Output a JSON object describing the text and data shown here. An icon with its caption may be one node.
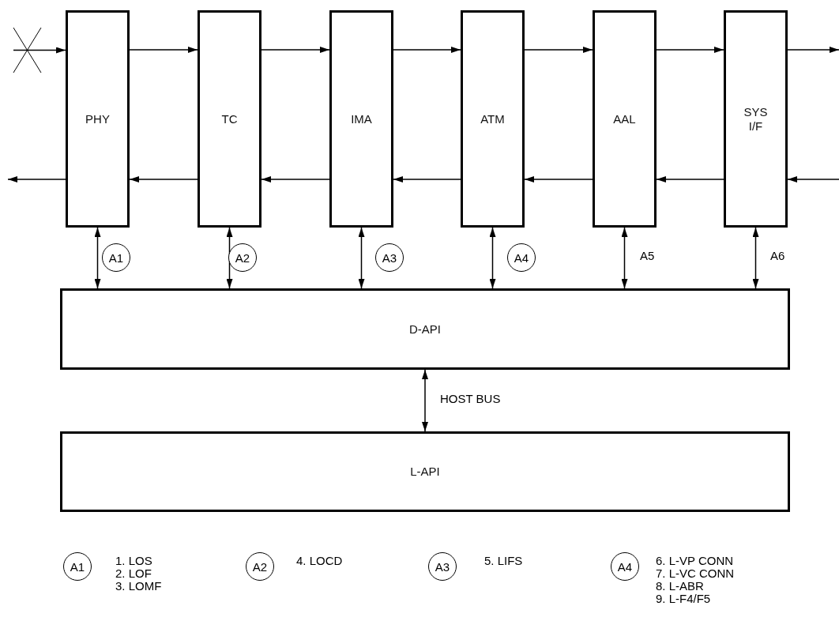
{
  "diagram": {
    "nodes": [
      {
        "text": [
          "PHY"
        ]
      },
      {
        "text": [
          "TC"
        ]
      },
      {
        "text": [
          "IMA"
        ]
      },
      {
        "text": [
          "ATM"
        ]
      },
      {
        "text": [
          "AAL"
        ]
      },
      {
        "text": [
          "SYS I/F"
        ]
      },
      {
        "text": [
          "D-API"
        ]
      },
      {
        "text": [
          "L-API"
        ]
      },
      {
        "text": [],
        "shape": "cross"
      }
    ],
    "edges": [
      {
        "from": 8,
        "to": 0,
        "arrow": "to"
      },
      {
        "from": 0,
        "to": 1,
        "arrow": "to"
      },
      {
        "from": 1,
        "to": 2,
        "arrow": "to"
      },
      {
        "from": 2,
        "to": 3,
        "arrow": "to"
      },
      {
        "from": 3,
        "to": 4,
        "arrow": "to"
      },
      {
        "from": 4,
        "to": 5,
        "arrow": "to"
      },
      {
        "from": 5,
        "to": null,
        "arrow": "to"
      },
      {
        "from": null,
        "to": 5,
        "arrow": "to"
      },
      {
        "from": 5,
        "to": 4,
        "arrow": "to"
      },
      {
        "from": 4,
        "to": 3,
        "arrow": "to"
      },
      {
        "from": 3,
        "to": 2,
        "arrow": "to"
      },
      {
        "from": 2,
        "to": 1,
        "arrow": "to"
      },
      {
        "from": 1,
        "to": 0,
        "arrow": "to"
      },
      {
        "from": 0,
        "to": null,
        "arrow": "to"
      },
      {
        "from": 0,
        "to": 6,
        "arrow": "both"
      },
      {
        "from": 1,
        "to": 6,
        "arrow": "both"
      },
      {
        "from": 2,
        "to": 6,
        "arrow": "both"
      },
      {
        "from": 3,
        "to": 6,
        "arrow": "both"
      },
      {
        "from": 4,
        "to": 6,
        "arrow": "both"
      },
      {
        "from": 5,
        "to": 6,
        "arrow": "both"
      },
      {
        "from": 6,
        "to": 7,
        "label": "HOST BUS",
        "arrow": "both"
      }
    ],
    "labels": [
      "A1",
      "A2",
      "A3",
      "A4",
      "A5",
      "A6",
      "A1",
      "1. LOS",
      "2. LOF",
      "3. LOMF",
      "A2",
      "4. LOCD",
      "A3",
      "5. LIFS",
      "A4",
      "6. L-VP CONN",
      "7. L-VC CONN",
      "8. L-ABR",
      "9. L-F4/F5"
    ]
  }
}
